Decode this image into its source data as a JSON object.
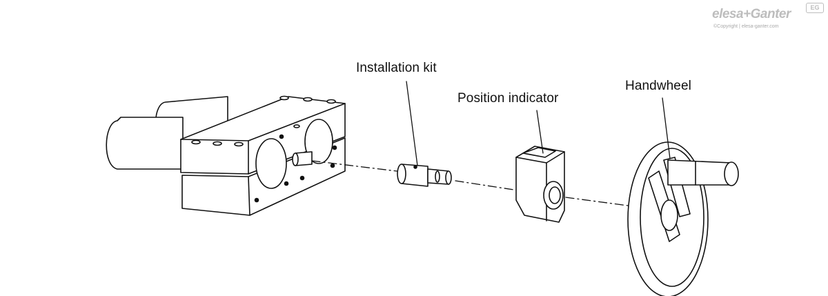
{
  "labels": {
    "installation_kit": "Installation kit",
    "position_indicator": "Position indicator",
    "handwheel": "Handwheel"
  },
  "logo": {
    "brand": "elesa+Ganter",
    "badge": "EG",
    "copyright": "©Copyright | elesa-ganter.com"
  },
  "colors": {
    "line": "#111111",
    "logo_gray": "#bdbdbd"
  }
}
